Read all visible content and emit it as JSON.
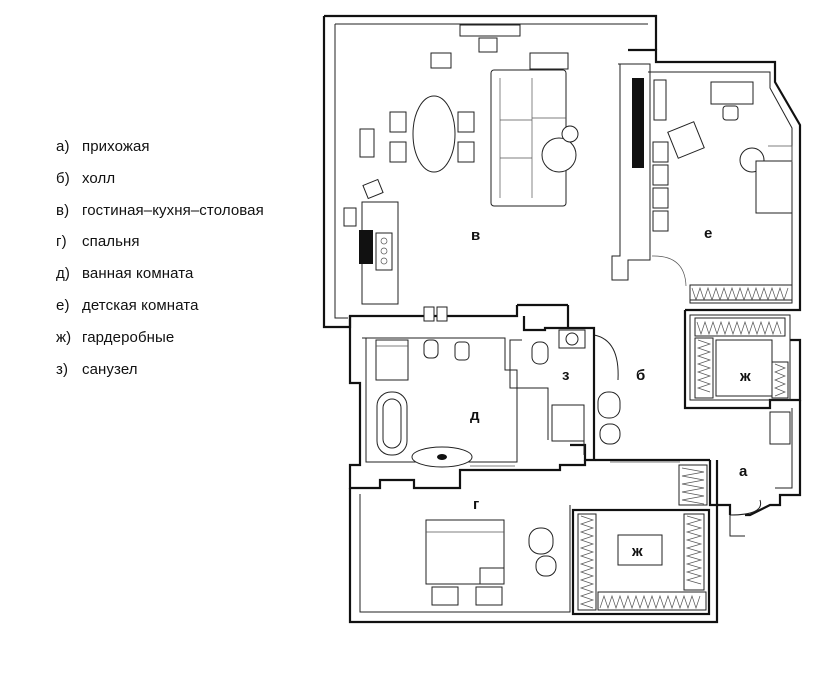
{
  "legend": [
    {
      "key": "а)",
      "text": "прихожая"
    },
    {
      "key": "б)",
      "text": "холл"
    },
    {
      "key": "в)",
      "text": "гостиная–кухня–столовая"
    },
    {
      "key": "г)",
      "text": "спальня"
    },
    {
      "key": "д)",
      "text": "ванная комната"
    },
    {
      "key": "е)",
      "text": "детская комната"
    },
    {
      "key": "ж)",
      "text": "гардеробные"
    },
    {
      "key": "з)",
      "text": "санузел"
    }
  ],
  "rooms": {
    "a": "а",
    "b": "б",
    "v": "в",
    "g": "г",
    "d": "д",
    "e": "е",
    "zh_upper": "ж",
    "zh_lower": "ж",
    "z": "з"
  },
  "colors": {
    "wall": "#111111",
    "background": "#ffffff"
  }
}
